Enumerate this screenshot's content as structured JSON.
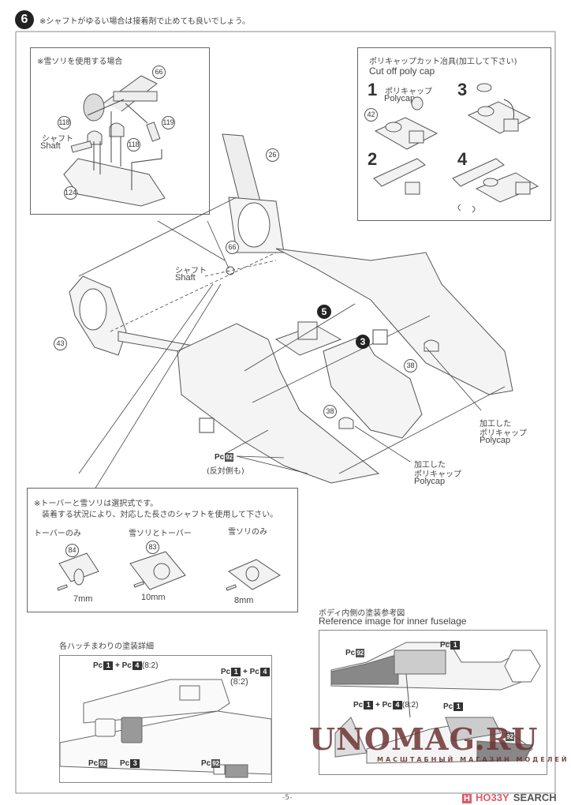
{
  "header": {
    "step_number": "6",
    "note": "※シャフトがゆるい場合は接着剤で止めても良いでしょう。"
  },
  "snow_sled_box": {
    "title": "※雪ソリを使用する場合",
    "parts": [
      "66",
      "118",
      "118",
      "119",
      "124"
    ],
    "shaft_label_jp": "シャフト",
    "shaft_label_en": "Shaft"
  },
  "polycap_box": {
    "title_jp": "ポリキャップカット冶具(加工して下さい)",
    "title_en": "Cut off poly cap",
    "steps": [
      "1",
      "2",
      "3",
      "4"
    ],
    "polycap_label_jp": "ポリキャップ",
    "polycap_label_en": "Polycap",
    "part": "42"
  },
  "main_assembly": {
    "parts": {
      "tail": "26",
      "shaft_part": "66",
      "tail_ring": "43",
      "polycap_a": "38",
      "polycap_b": "38"
    },
    "shaft_label_jp": "シャフト",
    "shaft_label_en": "Shaft",
    "subassembly_refs": [
      "5",
      "3"
    ],
    "paint_ref": {
      "prefix": "Pc",
      "color": "92",
      "note": "(反対側も)"
    },
    "processed_polycap_jp": "加工した",
    "processed_polycap_jp2": "ポリキャップ",
    "processed_polycap_en": "Polycap"
  },
  "options_box": {
    "note_line1": "※トーバーと雪ソリは選択式です。",
    "note_line2": "装着する状況により、対応した長さのシャフトを使用して下さい。",
    "options": [
      {
        "label": "トーバーのみ",
        "part": "84",
        "shaft": "7mm"
      },
      {
        "label": "雪ソリとトーバー",
        "part": "83",
        "shaft": "10mm"
      },
      {
        "label": "雪ソリのみ",
        "part": "",
        "shaft": "8mm"
      }
    ]
  },
  "hatch_detail": {
    "title": "各ハッチまわりの塗装詳細",
    "callouts": [
      {
        "prefix": "Pc",
        "a": "1",
        "plus": "+",
        "prefix2": "Pc",
        "b": "4",
        "ratio": "(8:2)"
      },
      {
        "prefix": "Pc",
        "a": "1",
        "plus": "+",
        "prefix2": "Pc",
        "b": "4",
        "ratio": "(8:2)"
      },
      {
        "prefix": "Pc",
        "a": "92"
      },
      {
        "prefix": "Pc",
        "a": "3"
      },
      {
        "prefix": "Pc",
        "a": "92"
      }
    ]
  },
  "inner_fuselage": {
    "title_jp": "ボディ内側の塗装参考図",
    "title_en": "Reference image for inner fuselage",
    "callouts": [
      {
        "prefix": "Pc",
        "a": "92"
      },
      {
        "prefix": "Pc",
        "a": "1"
      },
      {
        "prefix": "Pc",
        "a": "1",
        "plus": "+",
        "prefix2": "Pc",
        "b": "4",
        "ratio": "(8:2)"
      },
      {
        "prefix": "Pc",
        "a": "1"
      },
      {
        "prefix": "Pc",
        "a": "92"
      }
    ]
  },
  "footer": {
    "page": "-5-",
    "watermark": "UNOMAG.RU",
    "watermark_sub": "МАСШТАБНЫЙ МАГАЗИН МОДЕЛЕЙ",
    "hobby": "H",
    "hobby_brand": "HO33Y",
    "search_brand": "SEARCH",
    "brand_color": "#e05a6a"
  }
}
